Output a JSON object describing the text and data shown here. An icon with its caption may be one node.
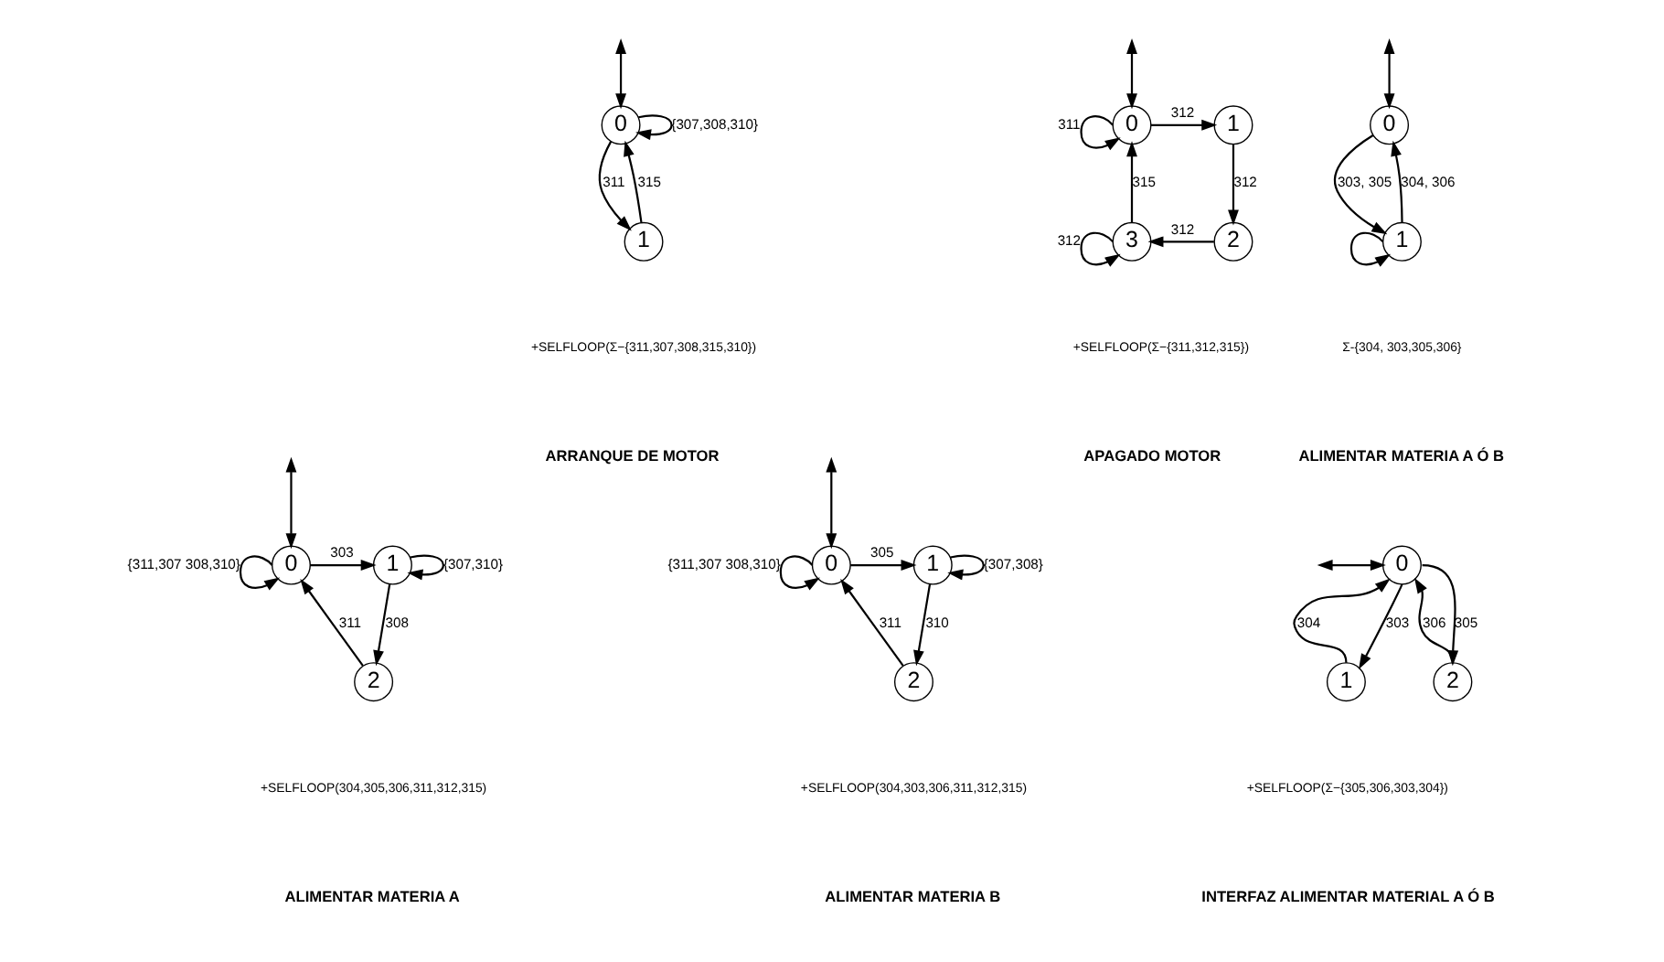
{
  "diagram": {
    "nodes": [
      {
        "text": [
          "0"
        ]
      },
      {
        "text": [
          "1"
        ]
      },
      {
        "text": [
          "0"
        ]
      },
      {
        "text": [
          "1"
        ]
      },
      {
        "text": [
          "3"
        ]
      },
      {
        "text": [
          "2"
        ]
      },
      {
        "text": [
          "0"
        ]
      },
      {
        "text": [
          "1"
        ]
      },
      {
        "text": [
          "0"
        ]
      },
      {
        "text": [
          "1"
        ]
      },
      {
        "text": [
          "2"
        ]
      },
      {
        "text": [
          "0"
        ]
      },
      {
        "text": [
          "1"
        ]
      },
      {
        "text": [
          "2"
        ]
      },
      {
        "text": [
          "0"
        ]
      },
      {
        "text": [
          "1"
        ]
      },
      {
        "text": [
          "2"
        ]
      }
    ],
    "edges": [
      {
        "from": null,
        "to": 0,
        "arrow": "both"
      },
      {
        "from": 0,
        "to": 0,
        "label": "{307,308,310}",
        "arrow": "to"
      },
      {
        "from": 1,
        "to": 0,
        "label": "315",
        "arrow": "to"
      },
      {
        "from": 0,
        "to": 1,
        "label": "311",
        "arrow": "to"
      },
      {
        "from": null,
        "to": 2,
        "arrow": "both"
      },
      {
        "from": 2,
        "to": 2,
        "label": "311",
        "arrow": "to"
      },
      {
        "from": 2,
        "to": 3,
        "label": "312",
        "arrow": "to"
      },
      {
        "from": 3,
        "to": 5,
        "label": "312",
        "arrow": "to"
      },
      {
        "from": 5,
        "to": 4,
        "label": "312",
        "arrow": "to"
      },
      {
        "from": 4,
        "to": 4,
        "label": "312",
        "arrow": "to"
      },
      {
        "from": 4,
        "to": 2,
        "label": "315",
        "arrow": "to"
      },
      {
        "from": null,
        "to": 6,
        "arrow": "both"
      },
      {
        "from": 7,
        "to": 6,
        "label": "304, 306",
        "arrow": "to"
      },
      {
        "from": 6,
        "to": 7,
        "label": "303, 305",
        "arrow": "to"
      },
      {
        "from": 7,
        "to": 7,
        "arrow": "to"
      },
      {
        "from": null,
        "to": 8,
        "arrow": "both"
      },
      {
        "from": 8,
        "to": 8,
        "label": "{311,307 308,310}",
        "arrow": "to"
      },
      {
        "from": 8,
        "to": 9,
        "label": "303",
        "arrow": "to"
      },
      {
        "from": 9,
        "to": 9,
        "label": "{307,310}",
        "arrow": "to"
      },
      {
        "from": 9,
        "to": 10,
        "label": "308",
        "arrow": "to"
      },
      {
        "from": 10,
        "to": 8,
        "label": "311",
        "arrow": "to"
      },
      {
        "from": null,
        "to": 11,
        "arrow": "both"
      },
      {
        "from": 11,
        "to": 11,
        "label": "{311,307 308,310}",
        "arrow": "to"
      },
      {
        "from": 11,
        "to": 12,
        "label": "305",
        "arrow": "to"
      },
      {
        "from": 12,
        "to": 12,
        "label": "{307,308}",
        "arrow": "to"
      },
      {
        "from": 12,
        "to": 13,
        "label": "310",
        "arrow": "to"
      },
      {
        "from": 13,
        "to": 11,
        "label": "311",
        "arrow": "to"
      },
      {
        "from": null,
        "to": 14,
        "arrow": "both"
      },
      {
        "from": 15,
        "to": 14,
        "label": "304",
        "arrow": "to"
      },
      {
        "from": 14,
        "to": 15,
        "label": "303",
        "arrow": "to"
      },
      {
        "from": 14,
        "to": 16,
        "label": "305",
        "arrow": "to"
      },
      {
        "from": 16,
        "to": 14,
        "label": "306",
        "arrow": "to"
      }
    ],
    "labels": [
      "+SELFLOOP(Σ−{311,307,308,315,310})",
      "+SELFLOOP(Σ−{311,312,315})",
      "Σ-{304, 303,305,306}",
      "ARRANQUE DE MOTOR",
      "APAGADO MOTOR",
      "ALIMENTAR MATERIA A Ó B",
      "+SELFLOOP(304,305,306,311,312,315)",
      "+SELFLOOP(304,303,306,311,312,315)",
      "+SELFLOOP(Σ−{305,306,303,304})",
      "ALIMENTAR MATERIA A",
      "ALIMENTAR MATERIA B",
      "INTERFAZ ALIMENTAR MATERIAL A Ó B"
    ]
  }
}
